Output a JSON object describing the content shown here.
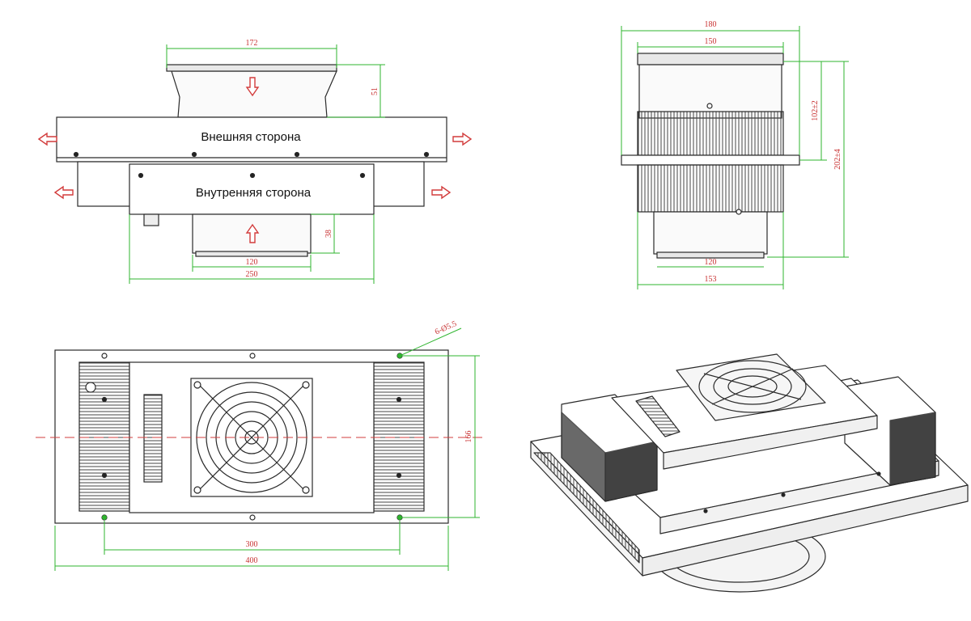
{
  "colors": {
    "outline": "#2a2a2a",
    "dimension_line": "#2fb52f",
    "dimension_text": "#c83232",
    "arrow": "#d23c3c",
    "hatch": "#555555"
  },
  "front_view": {
    "outer_side_label": "Внешняя сторона",
    "inner_side_label": "Внутренняя сторона",
    "dim_top_width": "172",
    "dim_top_height": "51",
    "dim_bottom_fan": "120",
    "dim_bottom_height": "38",
    "dim_inner_width": "250"
  },
  "side_view": {
    "dim_outer_width": "180",
    "dim_fan_width": "150",
    "dim_upper_height": "102±2",
    "dim_total_height": "202±4",
    "dim_bottom_fan": "120",
    "dim_bottom_width": "153"
  },
  "top_view": {
    "dim_holes": "6-Ø5.5",
    "dim_height": "166",
    "dim_hole_spacing": "300",
    "dim_total_width": "400"
  },
  "iso_view": {
    "icons": [
      "fan-grille-icon",
      "terminal-block-icon"
    ]
  }
}
